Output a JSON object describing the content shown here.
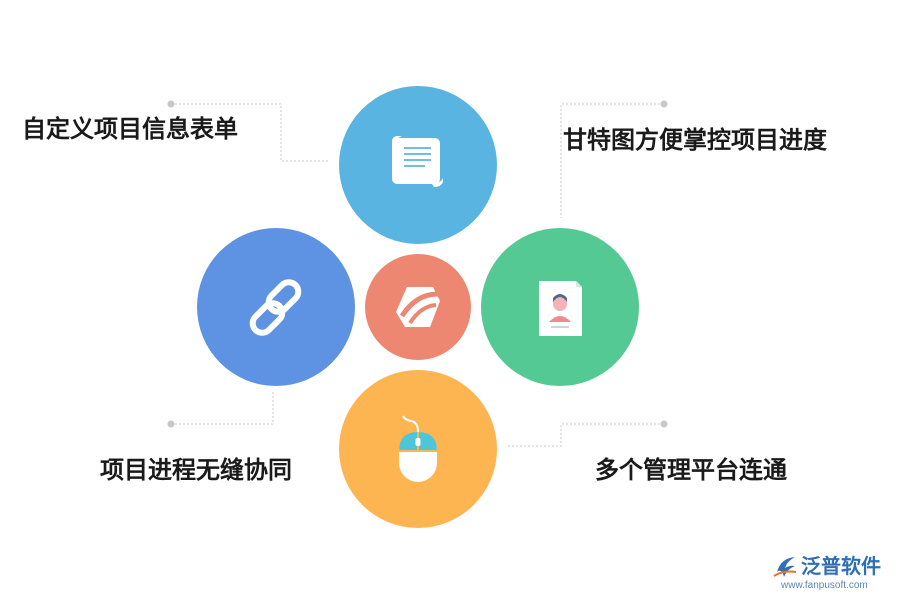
{
  "center": {
    "icon": "fanpu-logo-icon",
    "color": "#ee8771"
  },
  "features": [
    {
      "id": "top",
      "label": "自定义项目信息表单",
      "icon": "scroll-document-icon",
      "color": "#5ab4e2"
    },
    {
      "id": "right",
      "label": "甘特图方便掌控项目进度",
      "icon": "profile-card-icon",
      "color": "#55c993"
    },
    {
      "id": "left",
      "label": "项目进程无缝协同",
      "icon": "chain-link-icon",
      "color": "#5e93e4"
    },
    {
      "id": "bottom",
      "label": "多个管理平台连通",
      "icon": "computer-mouse-icon",
      "color": "#fdb552"
    }
  ],
  "connector_color": "#c8c8c8",
  "brand": {
    "name": "泛普软件",
    "url": "www.fanpusoft.com",
    "color": "#2f6fb6"
  }
}
